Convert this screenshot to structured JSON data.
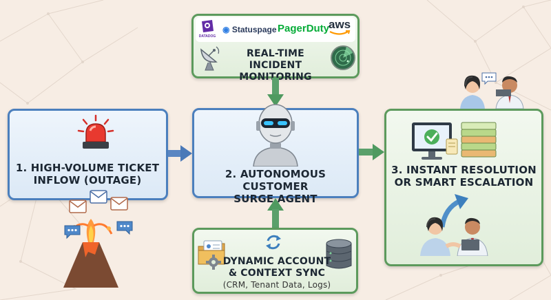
{
  "logos": {
    "datadog": "DATADOG",
    "statuspage": "Statuspage",
    "pagerduty": "PagerDuty",
    "aws": "aws"
  },
  "monitoring": {
    "line1": "REAL-TIME INCIDENT",
    "line2": "MONITORING"
  },
  "step1": {
    "line1": "1. HIGH-VOLUME TICKET",
    "line2": "INFLOW (OUTAGE)"
  },
  "step2": {
    "line1": "2. AUTONOMOUS CUSTOMER",
    "line2": "SURGE AGENT"
  },
  "step3": {
    "line1": "3. INSTANT RESOLUTION",
    "line2": "OR SMART ESCALATION"
  },
  "sync": {
    "line1": "DYNAMIC ACCOUNT",
    "line2": "& CONTEXT SYNC",
    "line3": "(CRM, Tenant Data, Logs)"
  },
  "colors": {
    "blue_border": "#4b7fbd",
    "green_border": "#5c9a5c",
    "background": "#f7ede4"
  },
  "icons": [
    "siren-icon",
    "envelope-icon",
    "volcano-icon",
    "chat-bubble-icon",
    "robot-icon",
    "satellite-dish-icon",
    "radar-icon",
    "monitor-check-icon",
    "ticket-stack-icon",
    "support-agents-icon",
    "folder-user-icon",
    "sync-icon",
    "database-icon"
  ]
}
